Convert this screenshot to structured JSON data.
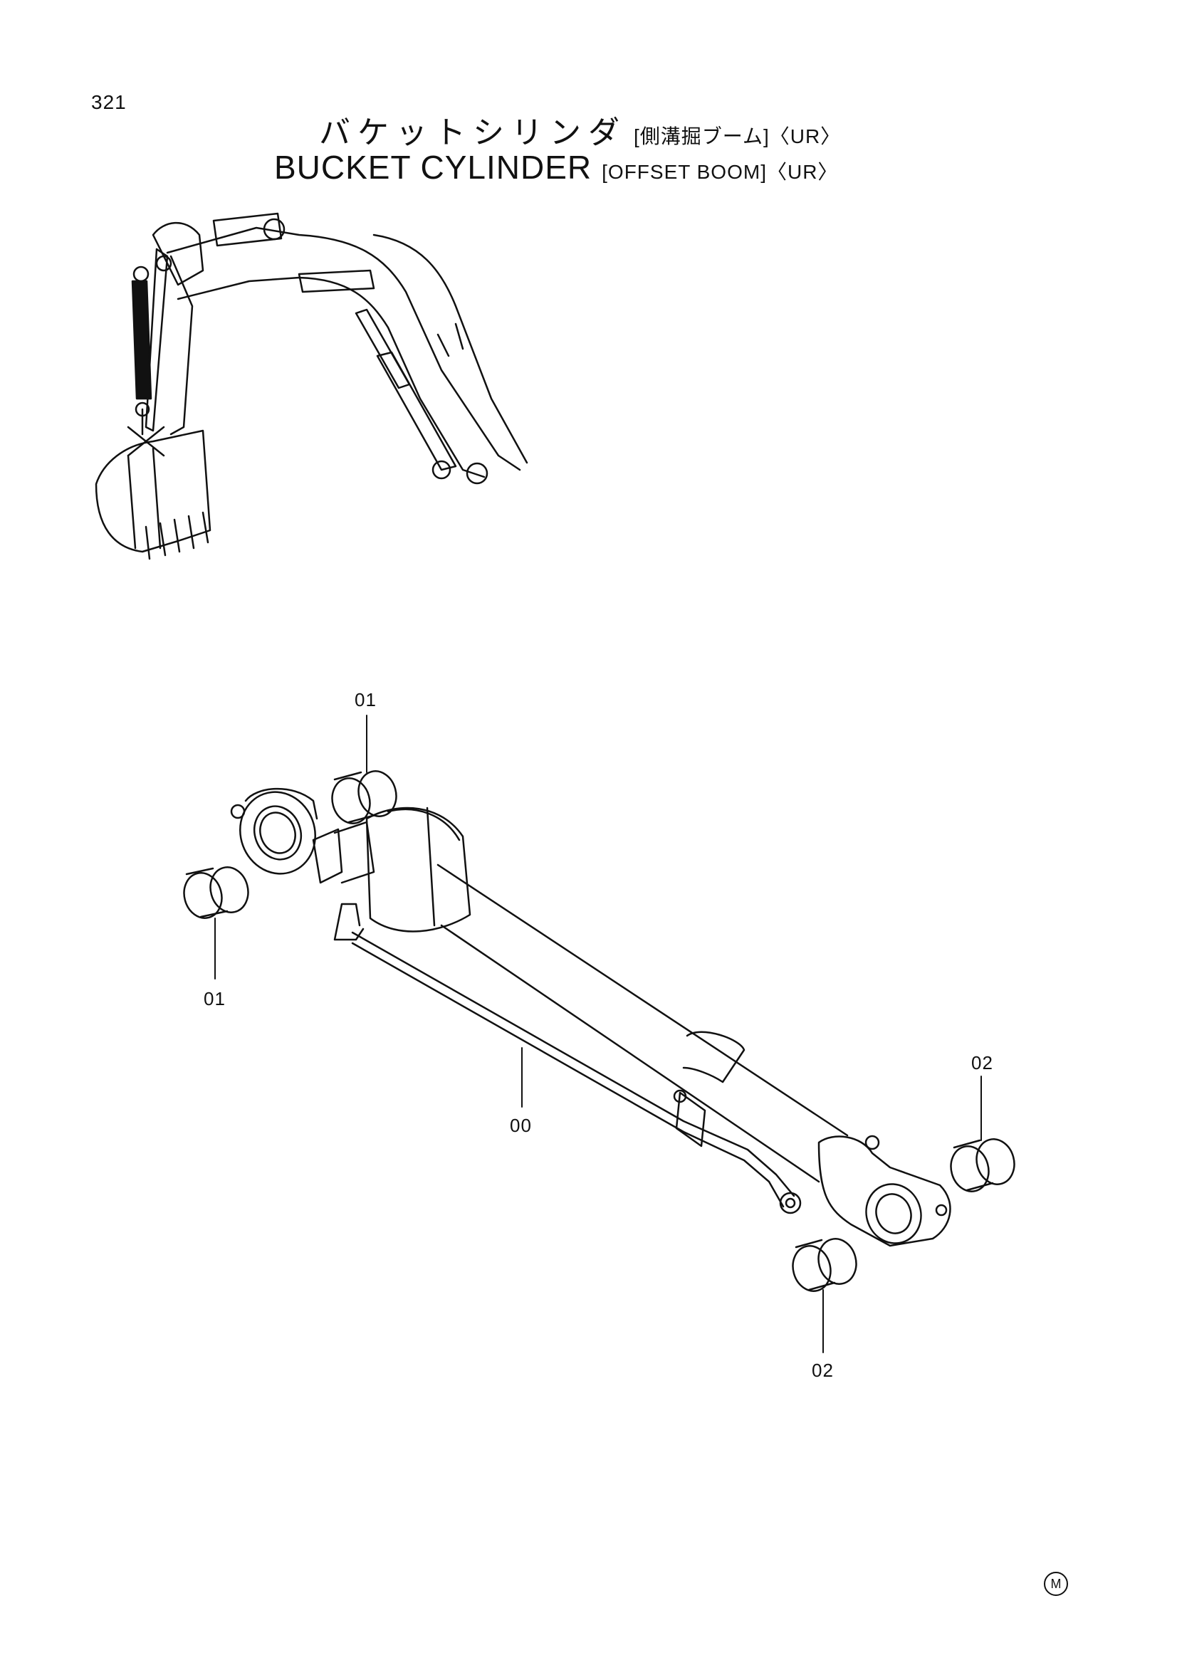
{
  "page": {
    "number": "321"
  },
  "title": {
    "jp": "バケットシリンダ",
    "jp_sub": "[側溝掘ブーム]〈UR〉",
    "en": "BUCKET CYLINDER",
    "en_sub": "[OFFSET BOOM]〈UR〉"
  },
  "callouts": [
    {
      "label": "01"
    },
    {
      "label": "01"
    },
    {
      "label": "00"
    },
    {
      "label": "02"
    },
    {
      "label": "02"
    }
  ],
  "mark": "M",
  "colors": {
    "ink": "#111111",
    "paper": "#ffffff"
  }
}
